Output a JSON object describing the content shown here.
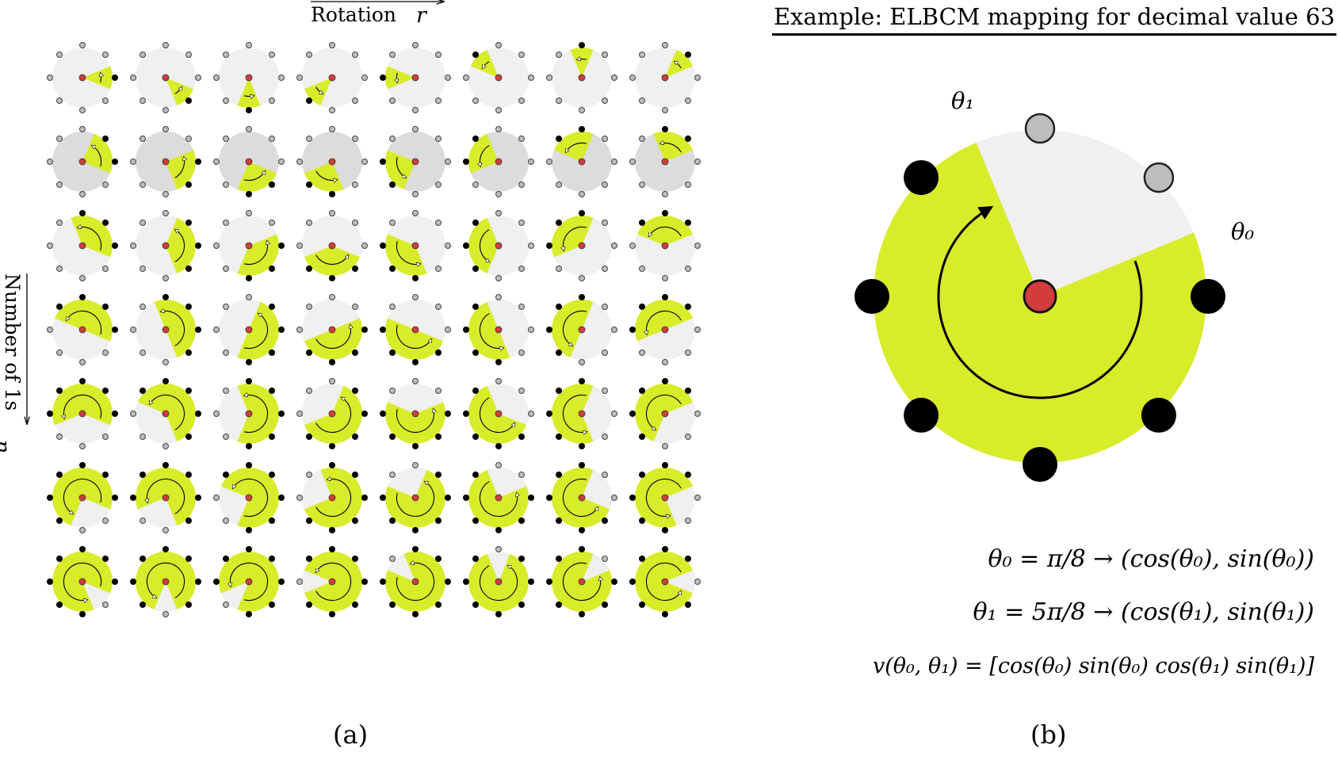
{
  "panel_a": {
    "axis_rotation_label": "Rotation",
    "axis_rotation_var": "r",
    "axis_ones_label": "Number of 1s",
    "axis_ones_var": "n",
    "caption": "(a)",
    "columns": 8,
    "rows": 7,
    "positions_per_circle": 8
  },
  "panel_b": {
    "title": "Example: ELBCM mapping for decimal value 63",
    "theta1_label": "θ₁",
    "theta0_label": "θ₀",
    "eq_theta0": "θ₀ = π/8 → (cos(θ₀), sin(θ₀))",
    "eq_theta1": "θ₁ = 5π/8 → (cos(θ₁), sin(θ₁))",
    "eq_vector": "v(θ₀, θ₁) = [cos(θ₀)  sin(θ₀)  cos(θ₁)  sin(θ₁)]",
    "caption": "(b)",
    "decimal_value": 63,
    "theta0_fraction_of_pi": 0.125,
    "theta1_fraction_of_pi": 0.625
  },
  "colors": {
    "sector": "#d8ec2a",
    "disc_light": "#f0f0f0",
    "disc_dark": "#dcdcdc",
    "one": "#000000",
    "zero": "#bdbdbd",
    "center": "#d23c3c"
  }
}
